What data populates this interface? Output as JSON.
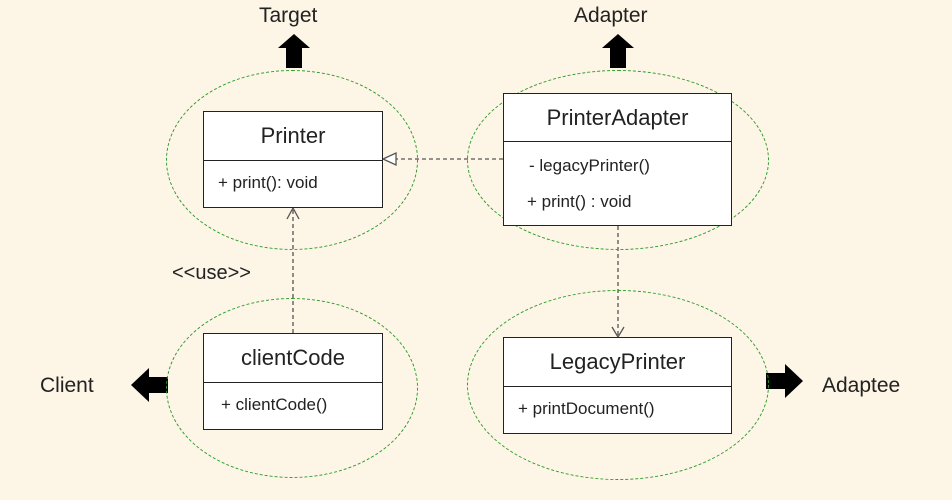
{
  "roles": {
    "target": "Target",
    "adapter": "Adapter",
    "client": "Client",
    "adaptee": "Adaptee"
  },
  "stereotype": "<<use>>",
  "classes": {
    "printer": {
      "name": "Printer",
      "members": [
        "+ print(): void"
      ]
    },
    "printer_adapter": {
      "name": "PrinterAdapter",
      "members": [
        "- legacyPrinter()",
        "+ print() : void"
      ]
    },
    "client_code": {
      "name": "clientCode",
      "members": [
        "+ clientCode()"
      ]
    },
    "legacy_printer": {
      "name": "LegacyPrinter",
      "members": [
        "+ printDocument()"
      ]
    }
  },
  "colors": {
    "background": "#fdf5e6",
    "ellipse_border": "#2e9e2e",
    "line": "#555555",
    "arrow": "#000000"
  }
}
